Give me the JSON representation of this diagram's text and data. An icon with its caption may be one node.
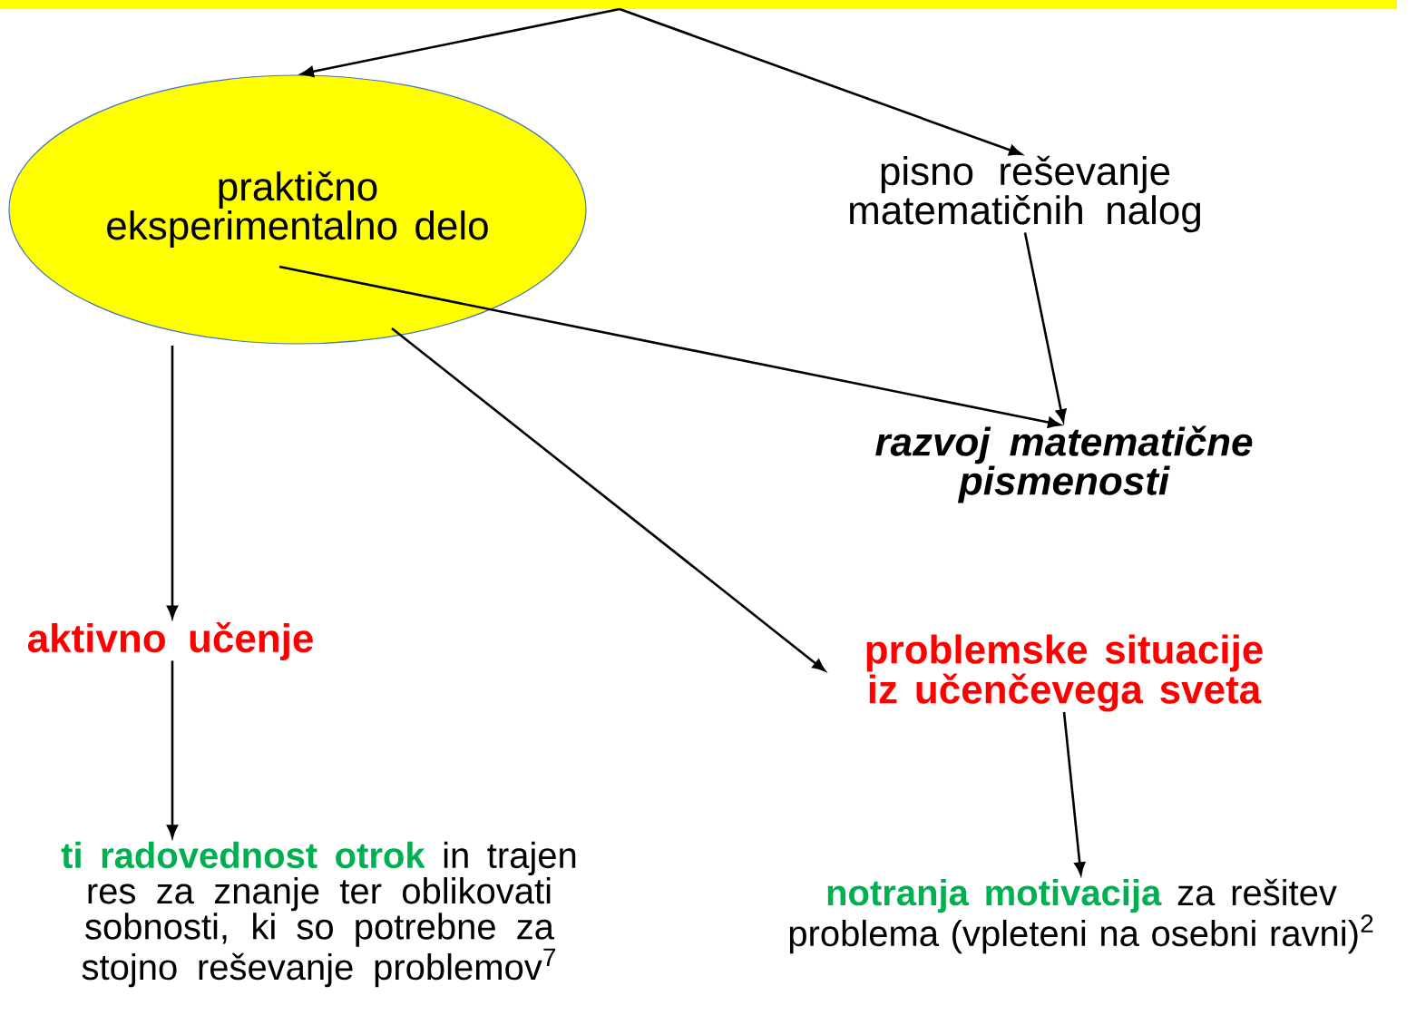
{
  "diagram": {
    "nodes": [
      {
        "text": [],
        "shape": "bar"
      },
      {
        "text": [
          "praktično eksperimentalno delo"
        ]
      },
      {
        "text": [
          "pisno reševanje matematičnih nalog"
        ]
      },
      {
        "text": [
          "razvoj matematične pismenosti"
        ]
      },
      {
        "text": [
          "aktivno učenje"
        ]
      },
      {
        "text": [
          "ti radovednost otrok",
          "in trajen res za znanje ter oblikovati sobnosti, ki so potrebne za stojno reševanje problemov$^{7}$"
        ]
      },
      {
        "text": [
          "problemske situacije iz učenčevega sveta"
        ]
      },
      {
        "text": [
          "notranja motivacija",
          "za rešitev problema (vpleteni na osebni ravni)$^{2}$"
        ]
      }
    ],
    "edges": [
      {
        "from": 0,
        "to": 1,
        "arrow": "to"
      },
      {
        "from": 0,
        "to": 2,
        "arrow": "to"
      },
      {
        "from": 1,
        "to": 3,
        "arrow": "to"
      },
      {
        "from": 2,
        "to": 3,
        "arrow": "to"
      },
      {
        "from": 1,
        "to": 4,
        "arrow": "to"
      },
      {
        "from": 1,
        "to": 6,
        "arrow": "to"
      },
      {
        "from": 4,
        "to": 5,
        "arrow": "to"
      },
      {
        "from": 6,
        "to": 7,
        "arrow": "to"
      }
    ]
  }
}
